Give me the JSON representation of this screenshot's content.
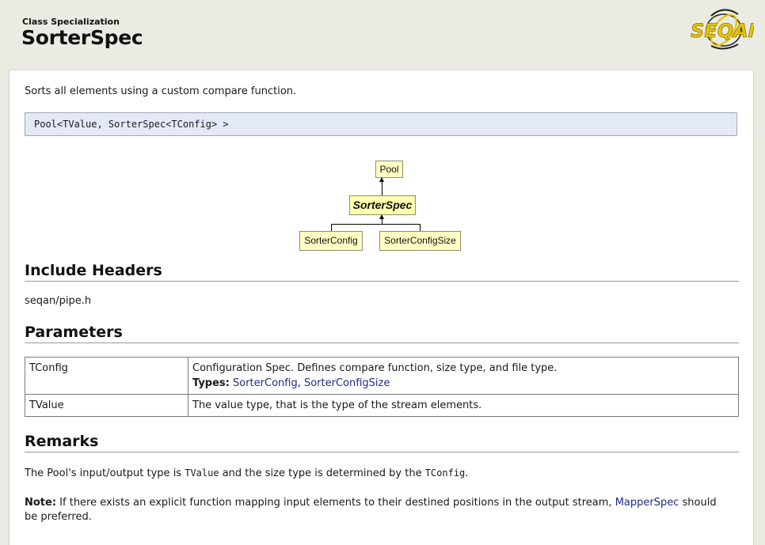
{
  "header": {
    "kind": "Class Specialization",
    "title": "SorterSpec",
    "logo_text": "SEQAN"
  },
  "summary": "Sorts all elements using a custom compare function.",
  "signature": "Pool<TValue, SorterSpec<TConfig> >",
  "diagram": {
    "parent": "Pool",
    "current": "SorterSpec",
    "children": [
      "SorterConfig",
      "SorterConfigSize"
    ]
  },
  "include_headers": {
    "heading": "Include Headers",
    "header": "seqan/pipe.h"
  },
  "parameters": {
    "heading": "Parameters",
    "rows": [
      {
        "name": "TConfig",
        "desc": "Configuration Spec. Defines compare function, size type, and file type.",
        "types_label": "Types:",
        "types": [
          "SorterConfig",
          "SorterConfigSize"
        ],
        "types_sep": ", "
      },
      {
        "name": "TValue",
        "desc": "The value type, that is the type of the stream elements."
      }
    ]
  },
  "remarks": {
    "heading": "Remarks",
    "line1_a": "The Pool's input/output type is ",
    "line1_code1": "TValue",
    "line1_b": " and the size type is determined by the ",
    "line1_code2": "TConfig",
    "line1_c": ".",
    "note_label": "Note:",
    "note_text": " If there exists an explicit function mapping input elements to their destined positions in the output stream, ",
    "note_link": "MapperSpec",
    "note_tail": " should be preferred."
  },
  "colors": {
    "background": "#ebebe4",
    "signature_bg": "#e4e9f8",
    "node_fill": "#ffffc4",
    "link": "#1d2b8a"
  }
}
